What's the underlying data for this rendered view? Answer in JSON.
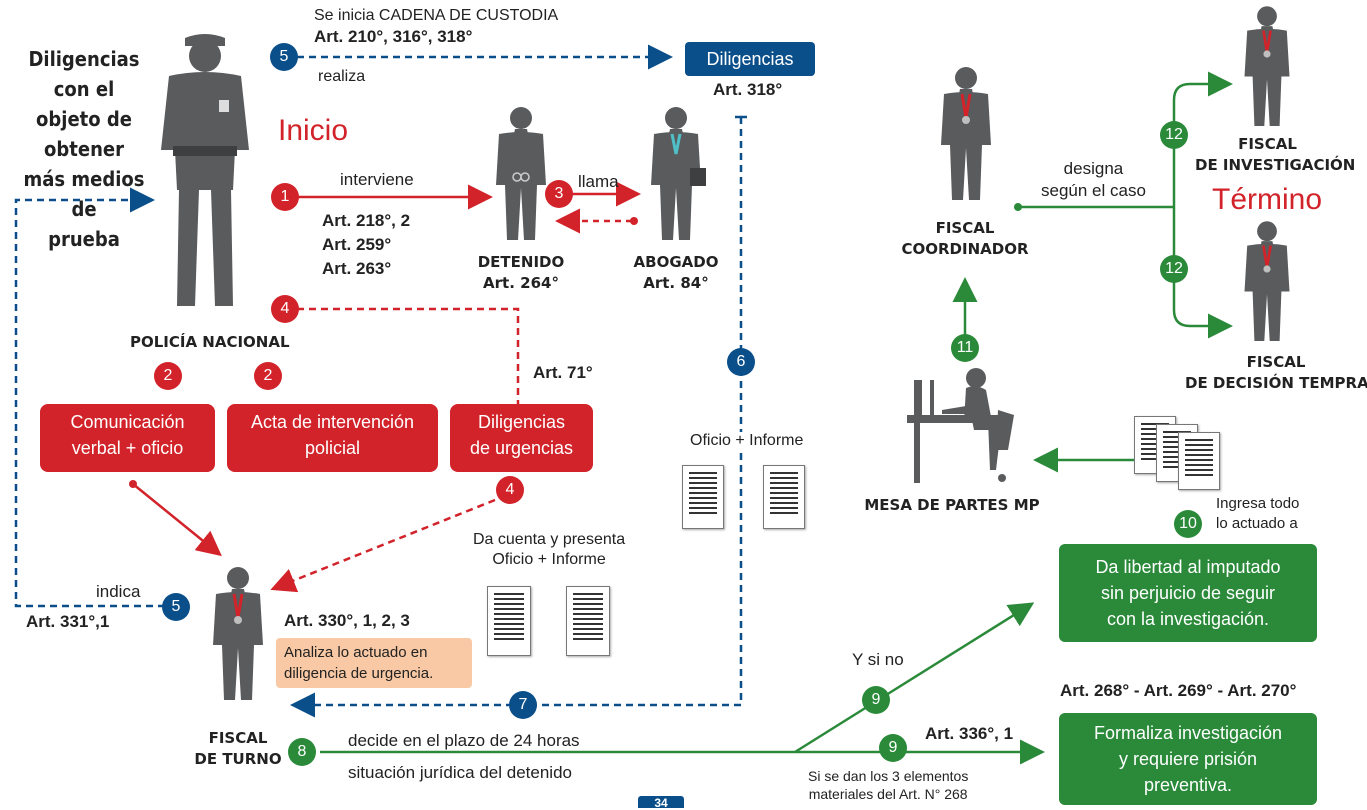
{
  "colors": {
    "red": "#d2232a",
    "blue": "#0b4f8a",
    "green": "#2a8a3a",
    "gray": "#5a5b5d",
    "peach": "#f8c9a4"
  },
  "intro": {
    "line1": "Diligencias con el",
    "line2": "objeto de obtener",
    "line3": "más medios de",
    "line4": "prueba"
  },
  "inicio": "Inicio",
  "termino": "Término",
  "actors": {
    "policia": "POLICÍA NACIONAL",
    "detenido": "DETENIDO",
    "detenido_art": "Art. 264°",
    "abogado": "ABOGADO",
    "abogado_art": "Art. 84°",
    "fiscal_turno_1": "FISCAL",
    "fiscal_turno_2": "DE TURNO",
    "fiscal_coord_1": "FISCAL",
    "fiscal_coord_2": "COORDINADOR",
    "fiscal_inv_1": "FISCAL",
    "fiscal_inv_2": "DE INVESTIGACIÓN",
    "fiscal_dec_1": "FISCAL",
    "fiscal_dec_2": "DE DECISIÓN TEMPRANA",
    "mesa": "MESA DE PARTES MP"
  },
  "steps": {
    "s1": "1",
    "s2a": "2",
    "s2b": "2",
    "s3": "3",
    "s4a": "4",
    "s4b": "4",
    "s5a": "5",
    "s5b": "5",
    "s6": "6",
    "s7": "7",
    "s8": "8",
    "s9a": "9",
    "s9b": "9",
    "s10": "10",
    "s11": "11",
    "s12a": "12",
    "s12b": "12"
  },
  "texts": {
    "cadena": "Se inicia CADENA DE CUSTODIA",
    "cadena_arts": "Art. 210°, 316°, 318°",
    "realiza": "realiza",
    "diligencias": "Diligencias",
    "diligencias_art": "Art. 318°",
    "interviene": "interviene",
    "interviene_art1": "Art. 218°, 2",
    "interviene_art2": "Art. 259°",
    "interviene_art3": "Art. 263°",
    "llama": "llama",
    "art71": "Art. 71°",
    "box_comunicacion_1": "Comunicación",
    "box_comunicacion_2": "verbal + oficio",
    "box_acta_1": "Acta de intervención",
    "box_acta_2": "policial",
    "box_urgencias_1": "Diligencias",
    "box_urgencias_2": "de urgencias",
    "indica": "indica",
    "art331": "Art. 331°,1",
    "art330": "Art. 330°, 1, 2, 3",
    "analiza_1": "Analiza lo actuado  en",
    "analiza_2": "diligencia de urgencia.",
    "da_cuenta_1": "Da cuenta y presenta",
    "da_cuenta_2": "Oficio +  Informe",
    "oficio_informe": "Oficio +  Informe",
    "decide": "decide en el plazo de 24 horas",
    "situacion": "situación jurídica del detenido",
    "y_si_no": "Y si no",
    "art336": "Art. 336°, 1",
    "si_se_dan_1": "Si se dan los 3 elementos",
    "si_se_dan_2": "materiales del Art. N° 268",
    "art268": "Art. 268° - Art. 269° - Art. 270°",
    "libertad_1": "Da libertad al imputado",
    "libertad_2": "sin perjuicio de seguir",
    "libertad_3": "con la investigación.",
    "formaliza_1": "Formaliza investigación",
    "formaliza_2": "y requiere prisión",
    "formaliza_3": "preventiva.",
    "ingresa_1": "Ingresa todo",
    "ingresa_2": "lo  actuado a",
    "designa_1": "designa",
    "designa_2": "según el caso",
    "page_number": "34"
  }
}
